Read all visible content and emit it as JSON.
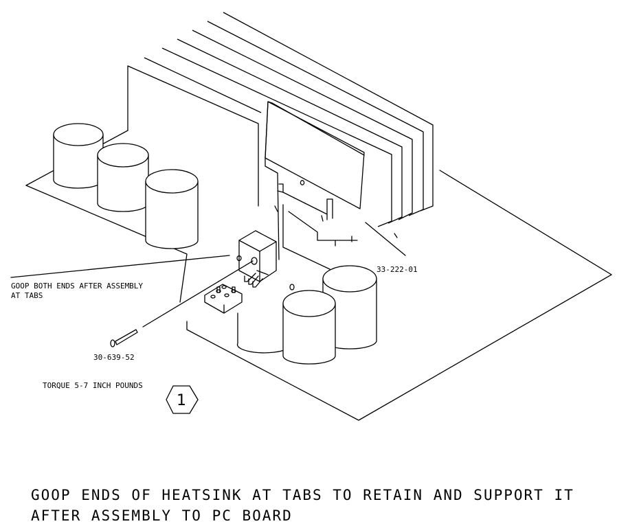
{
  "callouts": {
    "goop_tabs_line1": "GOOP BOTH ENDS AFTER ASSEMBLY",
    "goop_tabs_line2": "AT TABS",
    "part_heatsink": "33-222-01",
    "part_screw": "30-639-52",
    "torque": "TORQUE 5-7 INCH POUNDS",
    "note_number": "1"
  },
  "note": {
    "line1": "GOOP ENDS OF HEATSINK AT TABS TO RETAIN AND SUPPORT IT",
    "line2": "AFTER ASSEMBLY TO PC BOARD"
  }
}
